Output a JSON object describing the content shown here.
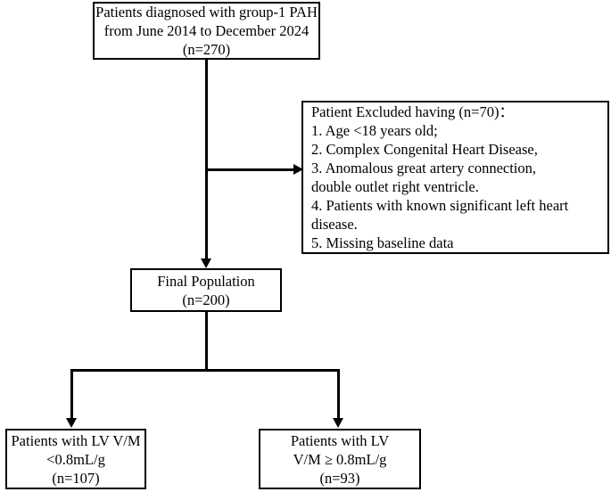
{
  "diagram": {
    "type": "study-flow-diagram",
    "nodes": {
      "cohort": {
        "lines": [
          "Patients diagnosed with group-1 PAH",
          "from June 2014 to December 2024",
          "(n=270)"
        ],
        "count": 270
      },
      "excluded": {
        "lines": [
          "Patient Excluded having (n=70)：",
          "1. Age <18 years old;",
          "2. Complex Congenital Heart Disease,",
          "3. Anomalous great artery connection,",
          "double outlet right ventricle.",
          "4. Patients with known significant left heart",
          "disease.",
          "5. Missing baseline data"
        ],
        "count": 70
      },
      "final": {
        "lines": [
          "Final Population",
          "(n=200)"
        ],
        "count": 200
      },
      "low_group": {
        "lines": [
          "Patients with LV V/M",
          "<0.8mL/g",
          "(n=107)"
        ],
        "count": 107
      },
      "high_group": {
        "lines": [
          "Patients with LV",
          "V/M ≥ 0.8mL/g",
          "(n=93)"
        ],
        "count": 93
      }
    },
    "colors": {
      "stroke": "#000000",
      "fill": "#ffffff",
      "text": "#000000"
    }
  }
}
